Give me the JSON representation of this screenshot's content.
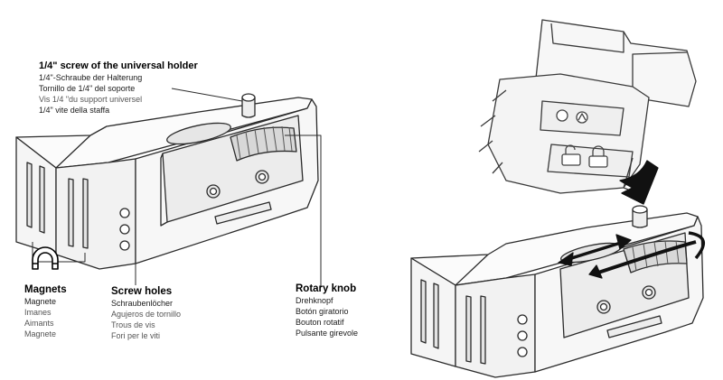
{
  "callouts": {
    "screw": {
      "title": "1/4\" screw of the universal holder",
      "lines": [
        "1/4\"-Schraube der Halterung",
        "Tornillo de 1/4\" del soporte",
        "Vis 1/4 \"du support universel",
        "1/4\" vite della staffa"
      ]
    },
    "magnets": {
      "title": "Magnets",
      "lines": [
        "Magnete",
        "Imanes",
        "Aimants",
        "Magnete"
      ]
    },
    "screw_holes": {
      "title": "Screw holes",
      "lines": [
        "Schraubenlöcher",
        "Agujeros de tornillo",
        "Trous de vis",
        "Fori per le viti"
      ]
    },
    "rotary_knob": {
      "title": "Rotary knob",
      "lines": [
        "Drehknopf",
        "Botón giratorio",
        "Bouton rotatif",
        "Pulsante girevole"
      ]
    }
  },
  "icons": [
    "magnet-icon",
    "unlock-icon",
    "lock-icon",
    "laser-icon"
  ]
}
